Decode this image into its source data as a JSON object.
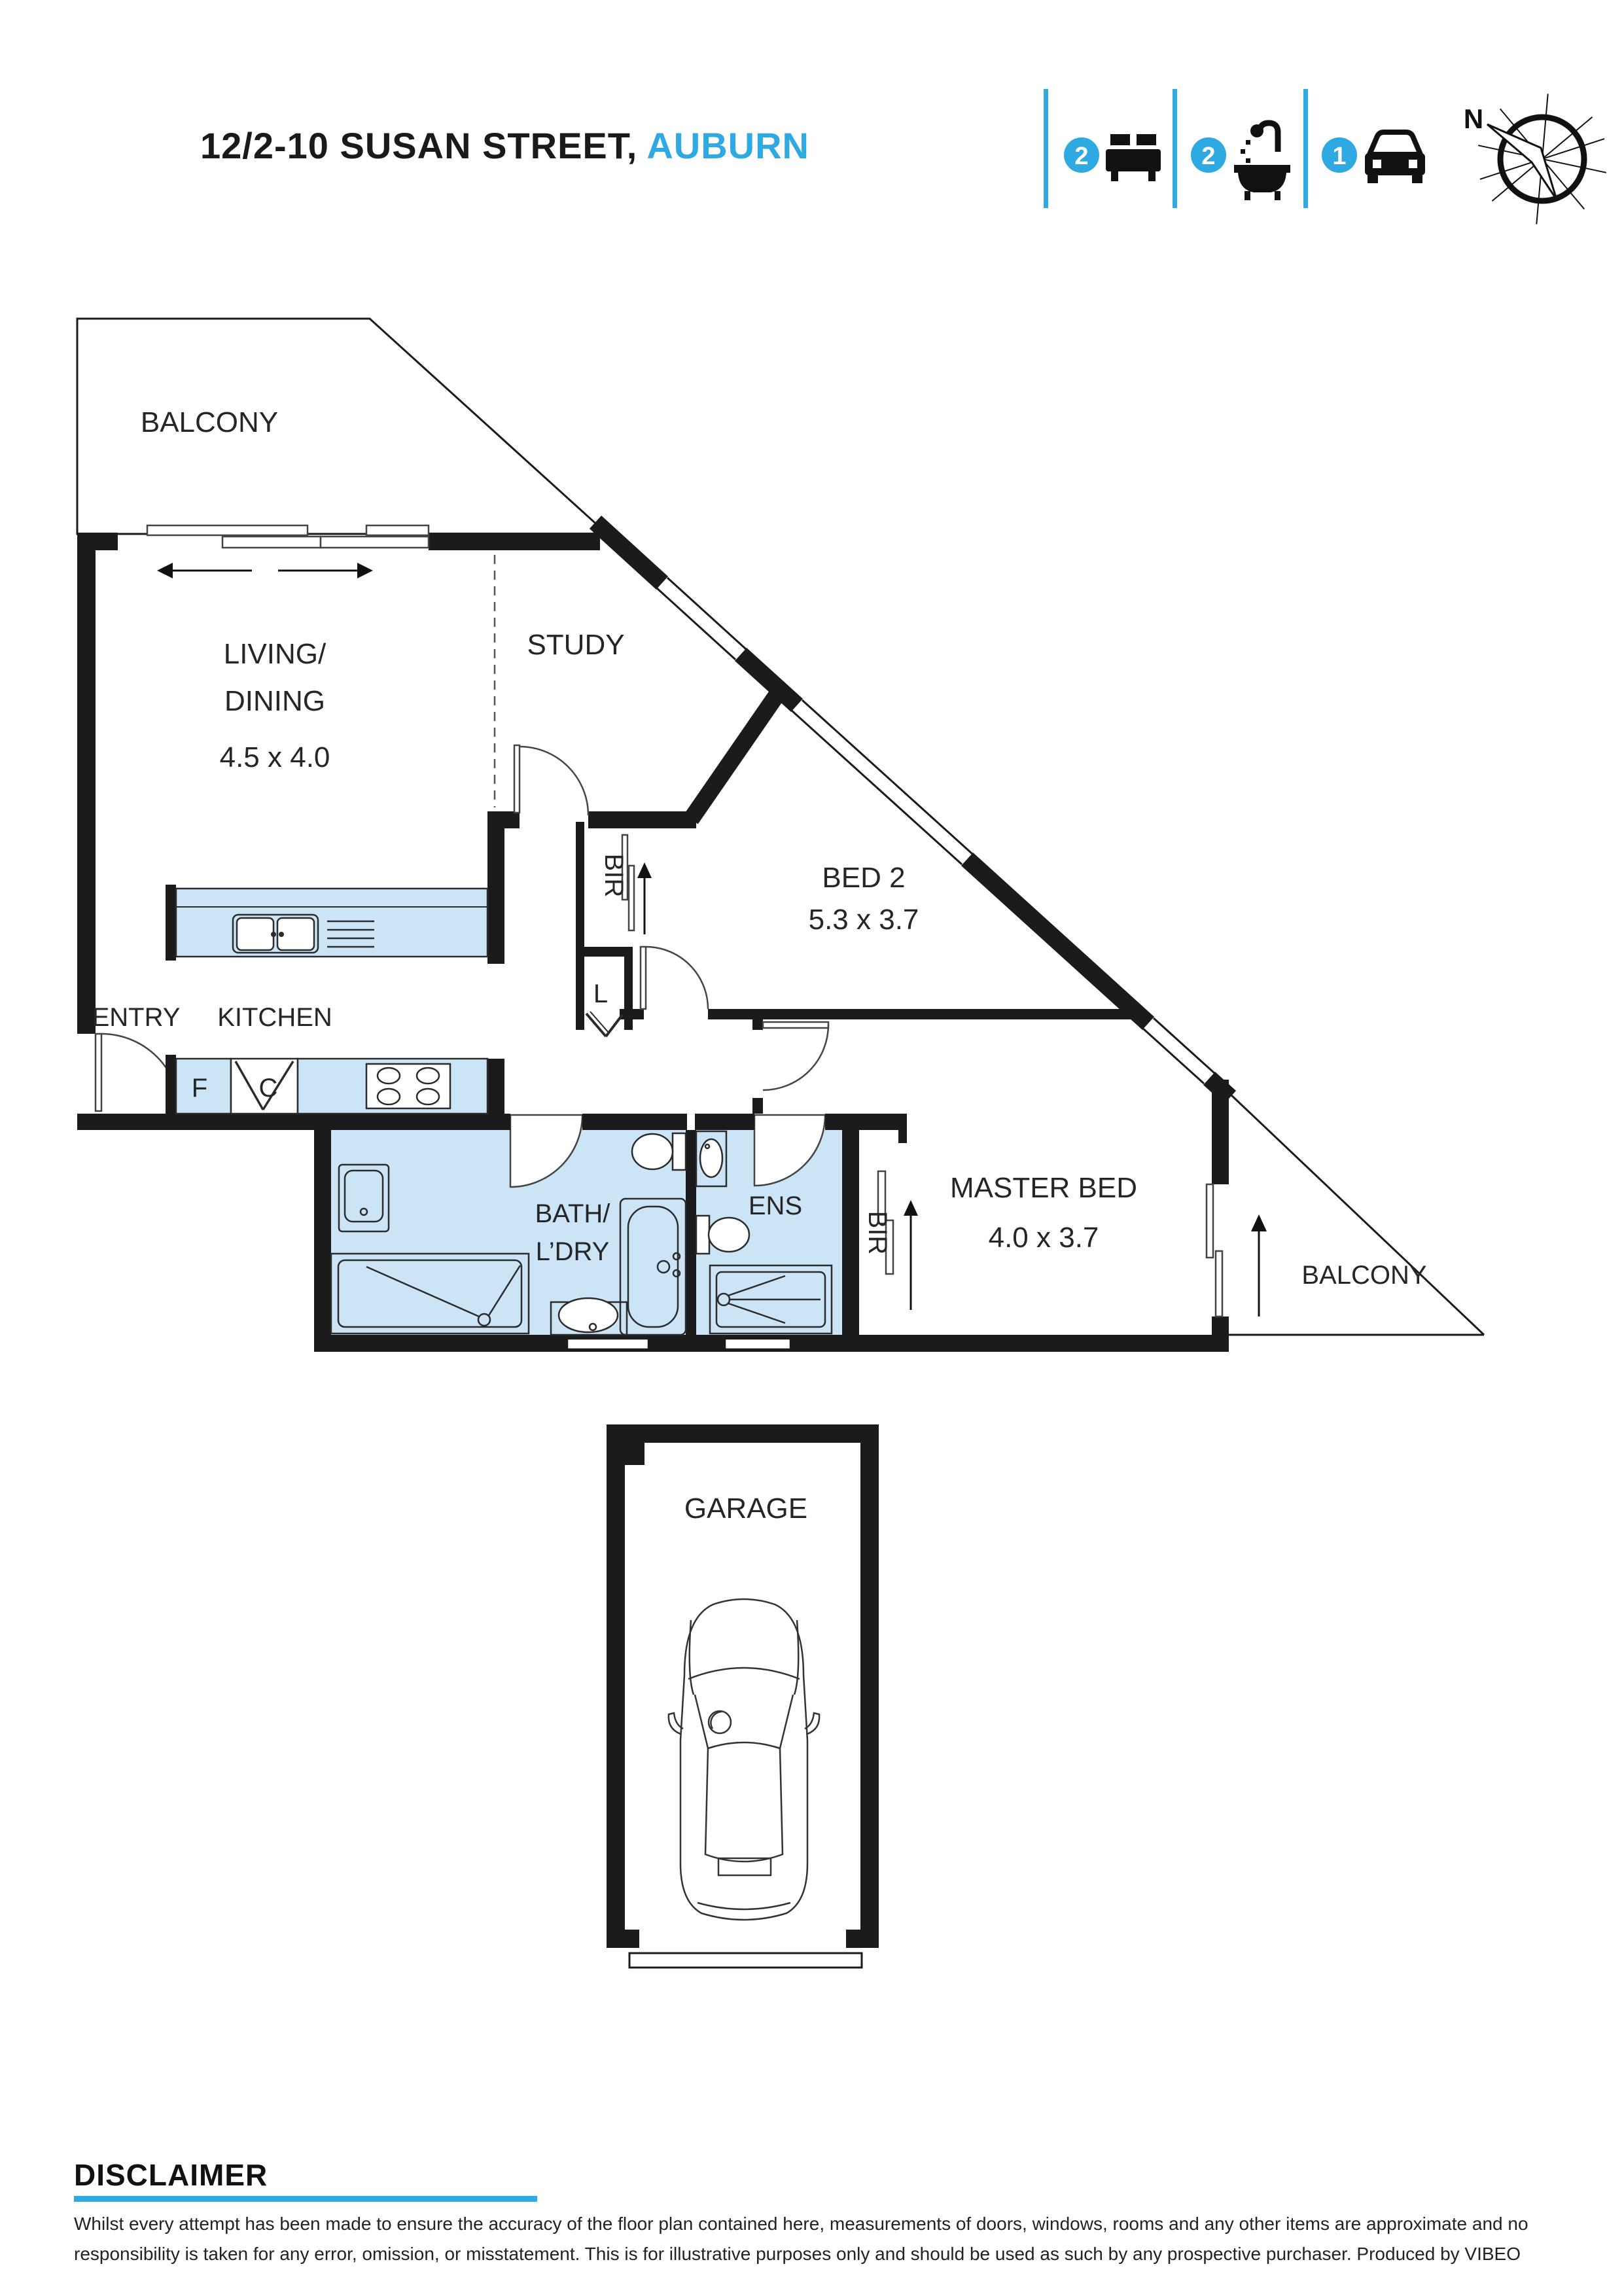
{
  "header": {
    "title_black": "12/2-10 SUSAN STREET,",
    "title_accent": "AUBURN"
  },
  "stats": {
    "beds": {
      "count": "2",
      "icon": "bed-icon"
    },
    "baths": {
      "count": "2",
      "icon": "bath-icon"
    },
    "cars": {
      "count": "1",
      "icon": "car-icon"
    }
  },
  "compass": {
    "north_label": "N"
  },
  "floorplan": {
    "balcony_top": "BALCONY",
    "living": {
      "line1": "LIVING/",
      "line2": "DINING",
      "dims": "4.5 x 4.0"
    },
    "study": "STUDY",
    "bed2": {
      "name": "BED 2",
      "dims": "5.3 x 3.7"
    },
    "bir_hall": "BIR",
    "linen": "L",
    "entry": "ENTRY",
    "kitchen": "KITCHEN",
    "fridge": "F",
    "cupboard": "C",
    "bath": {
      "line1": "BATH/",
      "line2": "L’DRY"
    },
    "ens": "ENS",
    "bir_master": "BIR",
    "master": {
      "name": "MASTER BED",
      "dims": "4.0 x 3.7"
    },
    "balcony_right": "BALCONY",
    "garage": "GARAGE"
  },
  "disclaimer": {
    "heading": "DISCLAIMER",
    "line1": "Whilst every attempt  has been made to ensure the accuracy of the floor plan contained here, measurements of doors, windows, rooms and any other items are approximate and no",
    "line2": "responsibility is taken for any error, omission, or misstatement. This is for illustrative purposes only and should be used as such by any prospective purchaser. Produced by VIBEO"
  },
  "colors": {
    "accent_blue": "#2FA9E1",
    "room_fill": "#CBE5F6",
    "wall": "#1B1B1B"
  }
}
